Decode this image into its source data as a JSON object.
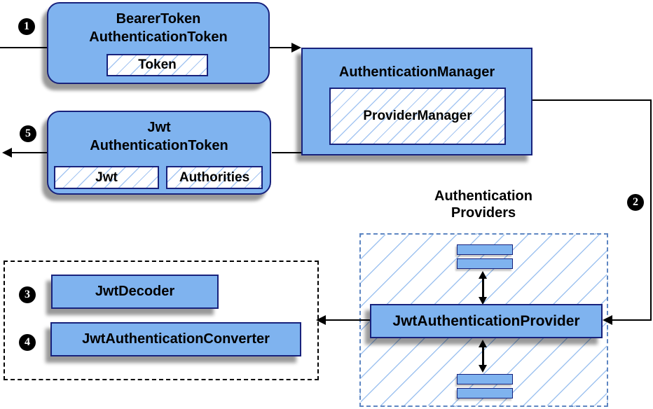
{
  "colors": {
    "node_fill": "#7fb3ef",
    "node_border": "#18227c",
    "hatch_line": "#a5c6f2",
    "providers_dash_border": "#5e86c2",
    "decoder_group_dash_border": "#000000",
    "edge": "#000000",
    "step_badge_bg": "#000000",
    "step_badge_text": "#ffffff"
  },
  "nodes": {
    "bearer_token": {
      "title_line1": "BearerToken",
      "title_line2": "AuthenticationToken",
      "field_token": "Token"
    },
    "authentication_manager": {
      "title": "AuthenticationManager",
      "field_provider_manager": "ProviderManager"
    },
    "jwt_authentication_token": {
      "title_line1": "Jwt",
      "title_line2": "AuthenticationToken",
      "field_jwt": "Jwt",
      "field_authorities": "Authorities"
    },
    "authentication_providers": {
      "title_line1": "Authentication",
      "title_line2": "Providers",
      "provider_label": "JwtAuthenticationProvider"
    },
    "jwt_decoder": {
      "label": "JwtDecoder"
    },
    "jwt_authentication_converter": {
      "label": "JwtAuthenticationConverter"
    }
  },
  "steps": {
    "s1": "1",
    "s2": "2",
    "s3": "3",
    "s4": "4",
    "s5": "5"
  }
}
